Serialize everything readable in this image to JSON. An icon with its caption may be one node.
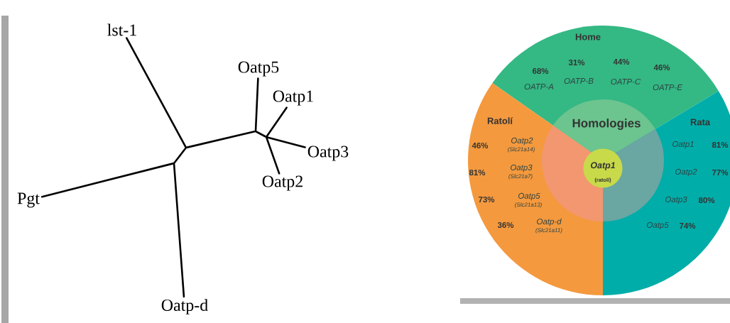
{
  "diagram": {
    "nodes": [
      {
        "text": [
          "lst-1"
        ]
      },
      {
        "text": [
          "Oatp5"
        ]
      },
      {
        "text": [
          "Oatp1"
        ]
      },
      {
        "text": [
          "Oatp3"
        ]
      },
      {
        "text": [
          "Oatp2"
        ]
      },
      {
        "text": [
          "Pgt"
        ]
      },
      {
        "text": [
          "Oatp-d"
        ]
      },
      {
        "text": [],
        "shape": "point"
      },
      {
        "text": [],
        "shape": "point"
      },
      {
        "text": [],
        "shape": "point"
      },
      {
        "text": [],
        "shape": "point"
      },
      {
        "text": [
          "Home",
          "68%",
          "OATP-A",
          "31%",
          "OATP-B",
          "44%",
          "OATP-C",
          "46%",
          "OATP-E"
        ]
      },
      {
        "text": [
          "Ratolí",
          "46%",
          "Oatp2",
          "(Slc21a14)",
          "81%",
          "Oatp3",
          "(Slc21a7)",
          "73%",
          "Oatp5",
          "(Slc21a13)",
          "36%",
          "Oatp-d",
          "(Slc21a11)"
        ]
      },
      {
        "text": [
          "Rata",
          "Oatp1",
          "81%",
          "Oatp2",
          "77%",
          "Oatp3",
          "80%",
          "Oatp5",
          "74%"
        ]
      },
      {
        "text": [
          "Homologies"
        ]
      },
      {
        "text": [
          "Oatp1",
          "(ratolí)"
        ],
        "in": 14
      }
    ],
    "edges": [
      {
        "from": 8,
        "to": 0,
        "arrow": "none"
      },
      {
        "from": 8,
        "to": 7,
        "arrow": "none"
      },
      {
        "from": 7,
        "to": 5,
        "arrow": "none"
      },
      {
        "from": 7,
        "to": 6,
        "arrow": "none"
      },
      {
        "from": 8,
        "to": 9,
        "arrow": "none"
      },
      {
        "from": 9,
        "to": 1,
        "arrow": "none"
      },
      {
        "from": 9,
        "to": 10,
        "arrow": "none"
      },
      {
        "from": 10,
        "to": 2,
        "arrow": "none"
      },
      {
        "from": 10,
        "to": 3,
        "arrow": "none"
      },
      {
        "from": 10,
        "to": 4,
        "arrow": "none"
      }
    ]
  }
}
